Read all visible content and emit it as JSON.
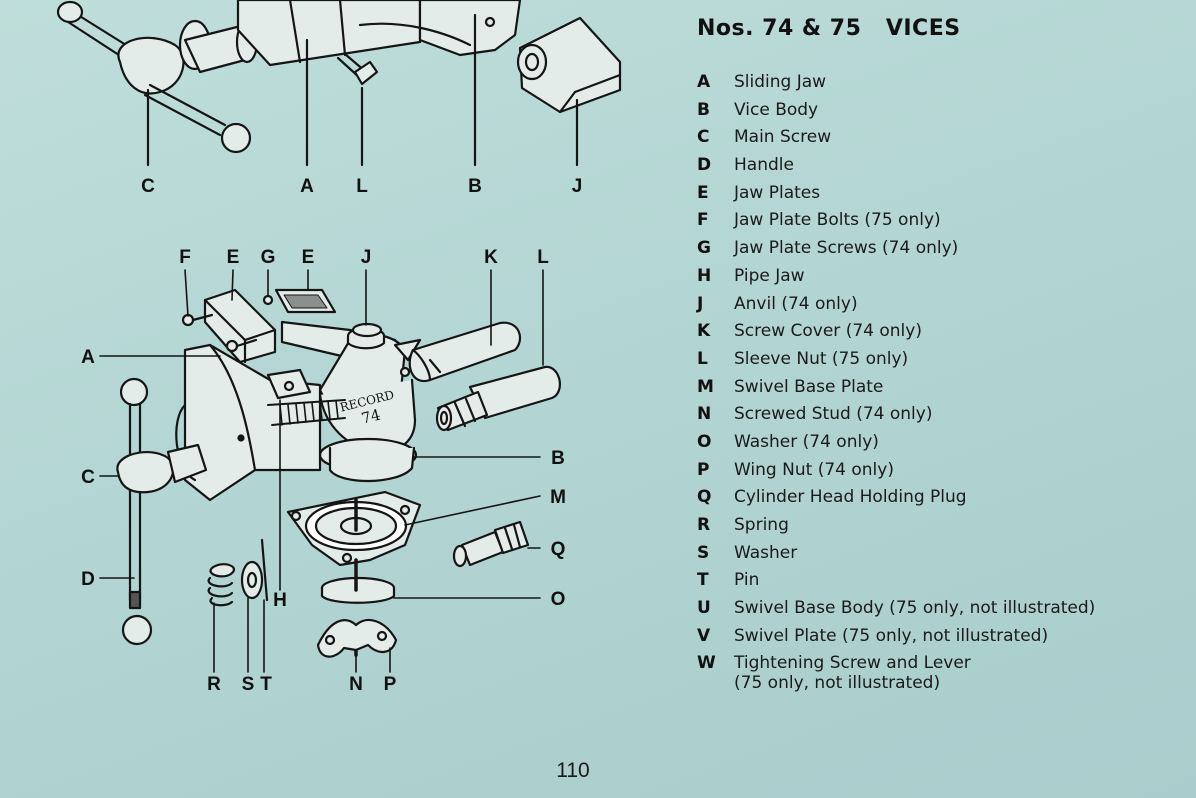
{
  "page": {
    "title": "Nos. 74 & 75   VICES",
    "page_number": "110"
  },
  "diagram_labels": {
    "top": [
      "C",
      "A",
      "L",
      "B",
      "J"
    ],
    "exploded_top": [
      "F",
      "E",
      "G",
      "E",
      "J",
      "K",
      "L"
    ],
    "left": [
      "A",
      "C",
      "D"
    ],
    "right": [
      "B",
      "M",
      "Q",
      "O"
    ],
    "bottom": [
      "R",
      "S",
      "T",
      "H",
      "N",
      "P"
    ],
    "brand": "RECORD",
    "model": "74"
  },
  "parts": [
    {
      "letter": "A",
      "name": "Sliding Jaw"
    },
    {
      "letter": "B",
      "name": "Vice Body"
    },
    {
      "letter": "C",
      "name": "Main Screw"
    },
    {
      "letter": "D",
      "name": "Handle"
    },
    {
      "letter": "E",
      "name": "Jaw Plates"
    },
    {
      "letter": "F",
      "name": "Jaw Plate Bolts (75 only)"
    },
    {
      "letter": "G",
      "name": "Jaw Plate Screws (74 only)"
    },
    {
      "letter": "H",
      "name": "Pipe Jaw"
    },
    {
      "letter": "J",
      "name": "Anvil (74 only)"
    },
    {
      "letter": "K",
      "name": "Screw Cover (74 only)"
    },
    {
      "letter": "L",
      "name": "Sleeve Nut (75 only)"
    },
    {
      "letter": "M",
      "name": "Swivel Base Plate"
    },
    {
      "letter": "N",
      "name": "Screwed Stud (74 only)"
    },
    {
      "letter": "O",
      "name": "Washer (74 only)"
    },
    {
      "letter": "P",
      "name": "Wing Nut (74 only)"
    },
    {
      "letter": "Q",
      "name": "Cylinder Head Holding Plug"
    },
    {
      "letter": "R",
      "name": "Spring"
    },
    {
      "letter": "S",
      "name": "Washer"
    },
    {
      "letter": "T",
      "name": "Pin"
    },
    {
      "letter": "U",
      "name": "Swivel Base Body (75 only, not illustrated)"
    },
    {
      "letter": "V",
      "name": "Swivel Plate (75 only, not illustrated)"
    },
    {
      "letter": "W",
      "name": "Tightening Screw and Lever\n(75 only, not illustrated)"
    }
  ]
}
